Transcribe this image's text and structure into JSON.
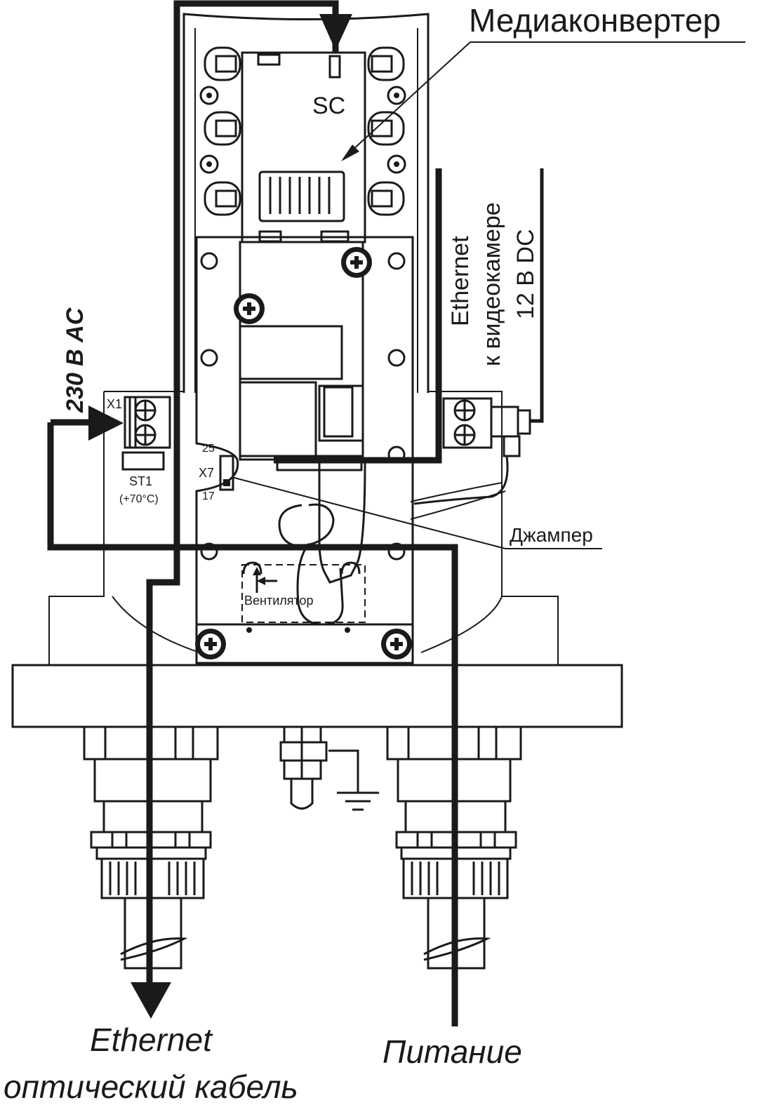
{
  "labels": {
    "media_converter": "Медиаконвертер",
    "sc": "SC",
    "ethernet_camera": "Ethernet",
    "to_camera": "к видеокамере",
    "dc_voltage": "12 В DC",
    "ac_voltage": "230 В AC",
    "x1": "X1",
    "st1": "ST1",
    "st1_temp": "(+70°C)",
    "pin_25": "25",
    "x7": "X7",
    "pin_17": "17",
    "jumper": "Джампер",
    "fan": "Вентилятор",
    "ethernet_bottom": "Ethernet",
    "optic_cable": "оптический кабель",
    "power": "Питание"
  }
}
